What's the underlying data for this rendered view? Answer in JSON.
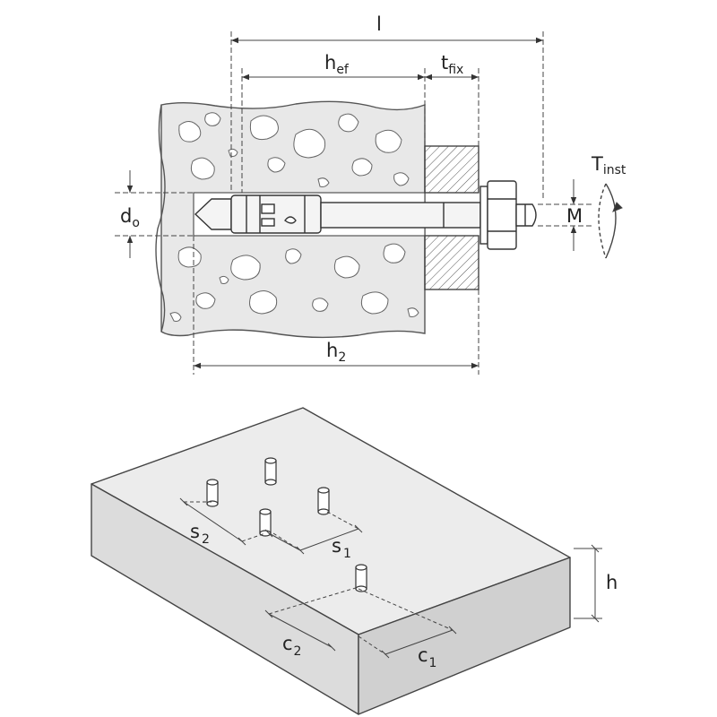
{
  "labels": {
    "l": "l",
    "hef_main": "h",
    "hef_sub": "ef",
    "tfix_main": "t",
    "tfix_sub": "fix",
    "do_main": "d",
    "do_sub": "o",
    "h2_main": "h",
    "h2_sub": "2",
    "M": "M",
    "tinst_main": "T",
    "tinst_sub": "inst",
    "s1_main": "s",
    "s1_sub": "1",
    "s2_main": "s",
    "s2_sub": "2",
    "c1_main": "c",
    "c1_sub": "1",
    "c2_main": "c",
    "c2_sub": "2",
    "h": "h"
  }
}
